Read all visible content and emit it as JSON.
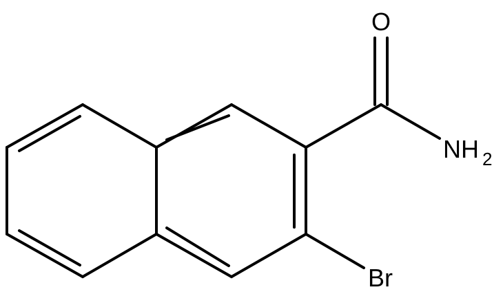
{
  "molecule": {
    "labels": {
      "oxygen": "O",
      "amine": "NH",
      "amine_subscript": "2",
      "bromine": "Br"
    }
  }
}
